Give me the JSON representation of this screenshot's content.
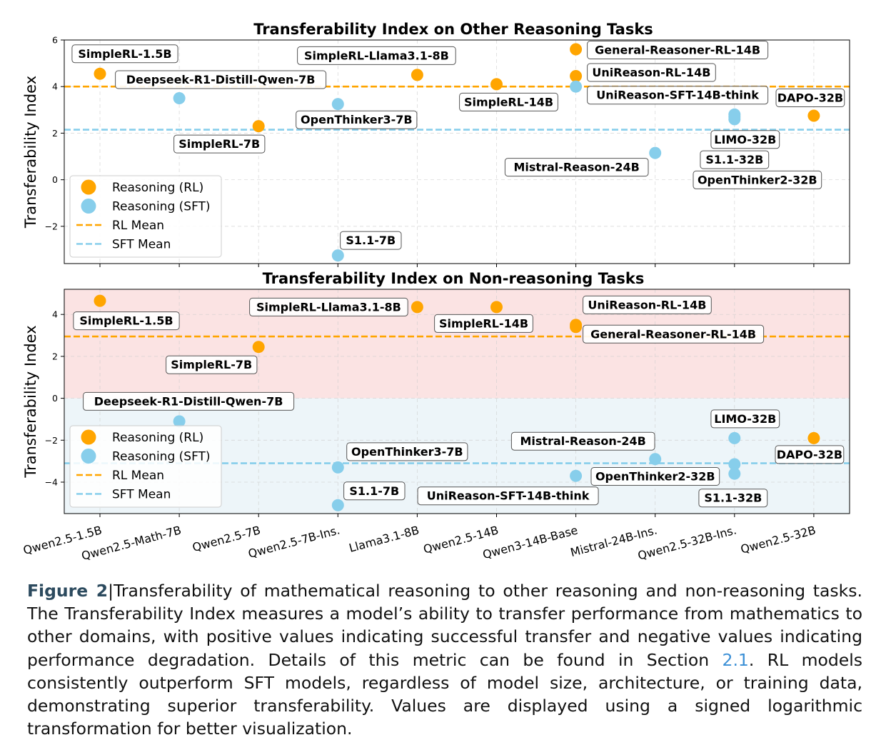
{
  "colors": {
    "rl": "#ffa500",
    "sft": "#87ceeb",
    "positive_band": "#fbe3e3",
    "negative_band": "#edf5f9"
  },
  "chart_data": [
    {
      "type": "scatter",
      "title": "Transferability Index on Other Reasoning Tasks",
      "ylabel": "Transferability Index",
      "ylim": [
        -3.6,
        6
      ],
      "yticks": [
        6,
        4,
        2,
        0,
        -2
      ],
      "categories": [
        "Qwen2.5-1.5B",
        "Qwen2.5-Math-7B",
        "Qwen2.5-7B",
        "Qwen2.5-7B-Ins.",
        "Llama3.1-8B",
        "Qwen2.5-14B",
        "Qwen3-14B-Base",
        "Mistral-24B-Ins.",
        "Qwen2.5-32B-Ins.",
        "Qwen2.5-32B"
      ],
      "shaded_bands": false,
      "rl_mean": 4.0,
      "sft_mean": 2.15,
      "legend": [
        "Reasoning (RL)",
        "Reasoning (SFT)",
        "RL Mean",
        "SFT Mean"
      ],
      "legend_position": "lower-left",
      "grid": true,
      "series": [
        {
          "name": "Reasoning (RL)",
          "points": [
            {
              "category": "Qwen2.5-1.5B",
              "y": 4.55,
              "label": "SimpleRL-1.5B"
            },
            {
              "category": "Qwen2.5-7B",
              "y": 2.3,
              "label": "SimpleRL-7B"
            },
            {
              "category": "Llama3.1-8B",
              "y": 4.5,
              "label": "SimpleRL-Llama3.1-8B"
            },
            {
              "category": "Qwen2.5-14B",
              "y": 4.1,
              "label": "SimpleRL-14B"
            },
            {
              "category": "Qwen3-14B-Base",
              "y": 5.6,
              "label": "General-Reasoner-RL-14B"
            },
            {
              "category": "Qwen3-14B-Base",
              "y": 4.45,
              "label": "UniReason-RL-14B"
            },
            {
              "category": "Qwen2.5-32B",
              "y": 2.75,
              "label": "DAPO-32B"
            }
          ]
        },
        {
          "name": "Reasoning (SFT)",
          "points": [
            {
              "category": "Qwen2.5-Math-7B",
              "y": 3.5,
              "label": "Deepseek-R1-Distill-Qwen-7B"
            },
            {
              "category": "Qwen2.5-7B-Ins.",
              "y": 3.25,
              "label": "OpenThinker3-7B"
            },
            {
              "category": "Qwen2.5-7B-Ins.",
              "y": -3.25,
              "label": "S1.1-7B"
            },
            {
              "category": "Qwen3-14B-Base",
              "y": 4.0,
              "label": "UniReason-SFT-14B-think"
            },
            {
              "category": "Mistral-24B-Ins.",
              "y": 1.15,
              "label": "Mistral-Reason-24B"
            },
            {
              "category": "Qwen2.5-32B-Ins.",
              "y": 2.8,
              "label": "LIMO-32B"
            },
            {
              "category": "Qwen2.5-32B-Ins.",
              "y": 2.7,
              "label": "S1.1-32B"
            },
            {
              "category": "Qwen2.5-32B-Ins.",
              "y": 2.6,
              "label": "OpenThinker2-32B"
            }
          ]
        }
      ]
    },
    {
      "type": "scatter",
      "title": "Transferability Index on Non-reasoning Tasks",
      "ylabel": "Transferability Index",
      "ylim": [
        -5.5,
        5.2
      ],
      "yticks": [
        4,
        2,
        0,
        -2,
        -4
      ],
      "categories": [
        "Qwen2.5-1.5B",
        "Qwen2.5-Math-7B",
        "Qwen2.5-7B",
        "Qwen2.5-7B-Ins.",
        "Llama3.1-8B",
        "Qwen2.5-14B",
        "Qwen3-14B-Base",
        "Mistral-24B-Ins.",
        "Qwen2.5-32B-Ins.",
        "Qwen2.5-32B"
      ],
      "shaded_bands": true,
      "rl_mean": 2.95,
      "sft_mean": -3.1,
      "legend": [
        "Reasoning (RL)",
        "Reasoning (SFT)",
        "RL Mean",
        "SFT Mean"
      ],
      "legend_position": "lower-left",
      "grid": true,
      "series": [
        {
          "name": "Reasoning (RL)",
          "points": [
            {
              "category": "Qwen2.5-1.5B",
              "y": 4.65,
              "label": "SimpleRL-1.5B"
            },
            {
              "category": "Qwen2.5-7B",
              "y": 2.45,
              "label": "SimpleRL-7B"
            },
            {
              "category": "Llama3.1-8B",
              "y": 4.35,
              "label": "SimpleRL-Llama3.1-8B"
            },
            {
              "category": "Qwen2.5-14B",
              "y": 4.35,
              "label": "SimpleRL-14B"
            },
            {
              "category": "Qwen3-14B-Base",
              "y": 3.5,
              "label": "UniReason-RL-14B"
            },
            {
              "category": "Qwen3-14B-Base",
              "y": 3.4,
              "label": "General-Reasoner-RL-14B"
            },
            {
              "category": "Qwen2.5-32B",
              "y": -1.9,
              "label": "DAPO-32B"
            }
          ]
        },
        {
          "name": "Reasoning (SFT)",
          "points": [
            {
              "category": "Qwen2.5-Math-7B",
              "y": -1.1,
              "label": "Deepseek-R1-Distill-Qwen-7B"
            },
            {
              "category": "Qwen2.5-7B-Ins.",
              "y": -3.3,
              "label": "OpenThinker3-7B"
            },
            {
              "category": "Qwen2.5-7B-Ins.",
              "y": -5.1,
              "label": "S1.1-7B"
            },
            {
              "category": "Qwen3-14B-Base",
              "y": -3.7,
              "label": "UniReason-SFT-14B-think"
            },
            {
              "category": "Mistral-24B-Ins.",
              "y": -2.9,
              "label": "Mistral-Reason-24B"
            },
            {
              "category": "Qwen2.5-32B-Ins.",
              "y": -1.9,
              "label": "LIMO-32B"
            },
            {
              "category": "Qwen2.5-32B-Ins.",
              "y": -3.15,
              "label": "OpenThinker2-32B"
            },
            {
              "category": "Qwen2.5-32B-Ins.",
              "y": -3.6,
              "label": "S1.1-32B"
            }
          ]
        }
      ]
    }
  ],
  "caption": {
    "label": "Figure 2",
    "separator": "|",
    "text_before_ref": "Transferability of mathematical reasoning to other reasoning and non-reasoning tasks. The Transferability Index measures a model’s ability to transfer performance from mathematics to other domains, with positive values indicating successful transfer and negative values indicating performance degradation. Details of this metric can be found in Section ",
    "ref": "2.1",
    "text_after_ref": ". RL models consistently outperform SFT models, regardless of model size, architecture, or training data, demonstrating superior transferability. Values are displayed using a signed logarithmic transformation for better visualization."
  }
}
